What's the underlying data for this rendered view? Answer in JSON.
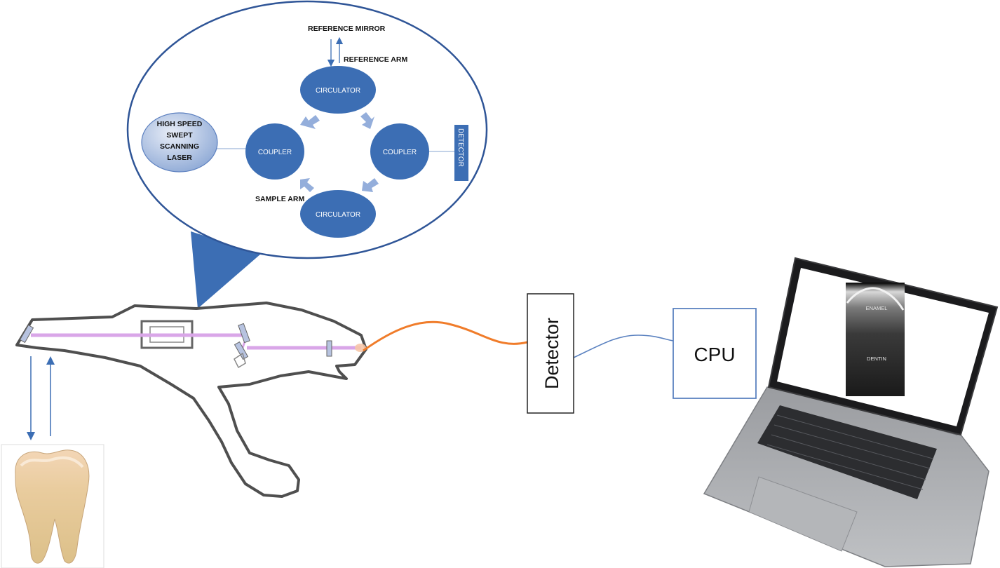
{
  "bubble": {
    "labels": {
      "reference_mirror": "REFERENCE MIRROR",
      "reference_arm": "REFERENCE ARM",
      "sample_arm": "SAMPLE ARM"
    },
    "laser": [
      "HIGH SPEED",
      "SWEPT",
      "SCANNING",
      "LASER"
    ],
    "nodes": {
      "circulator_top": "CIRCULATOR",
      "coupler_left": "COUPLER",
      "coupler_right": "COUPLER",
      "circulator_bottom": "CIRCULATOR"
    },
    "detector": "DETECTOR"
  },
  "main": {
    "detector": "Detector",
    "cpu": "CPU"
  },
  "screen": {
    "enamel": "ENAMEL",
    "dentin": "DENTIN"
  },
  "colors": {
    "node_blue": "#3c6eb4",
    "bubble_stroke": "#2f5597",
    "cable_orange": "#f07c2a",
    "wire_blue": "#5b82c0",
    "laser_beam": "#d9a6e8"
  }
}
